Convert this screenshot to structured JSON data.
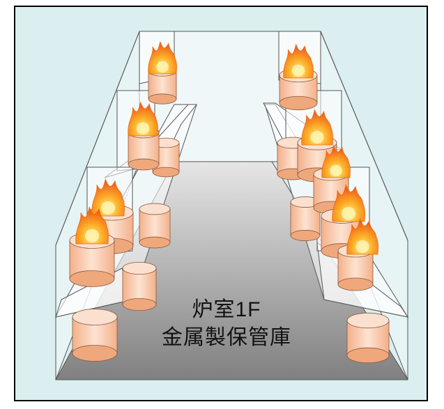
{
  "caption": {
    "line1": "炉室1F",
    "line2": "金属製保管庫"
  },
  "colors": {
    "background": "#dbeef0",
    "border": "#000000",
    "floor_top": "#d9d9d9",
    "floor_bottom": "#7f7f7f",
    "drum": "#f8cbad",
    "flame": "#f47a20"
  },
  "icons": [
    "fire-icon",
    "drum-icon"
  ],
  "scene": {
    "left_rack": {
      "levels": 3,
      "burning_drums": 4
    },
    "right_rack": {
      "levels": 3,
      "burning_drums": 5
    }
  }
}
